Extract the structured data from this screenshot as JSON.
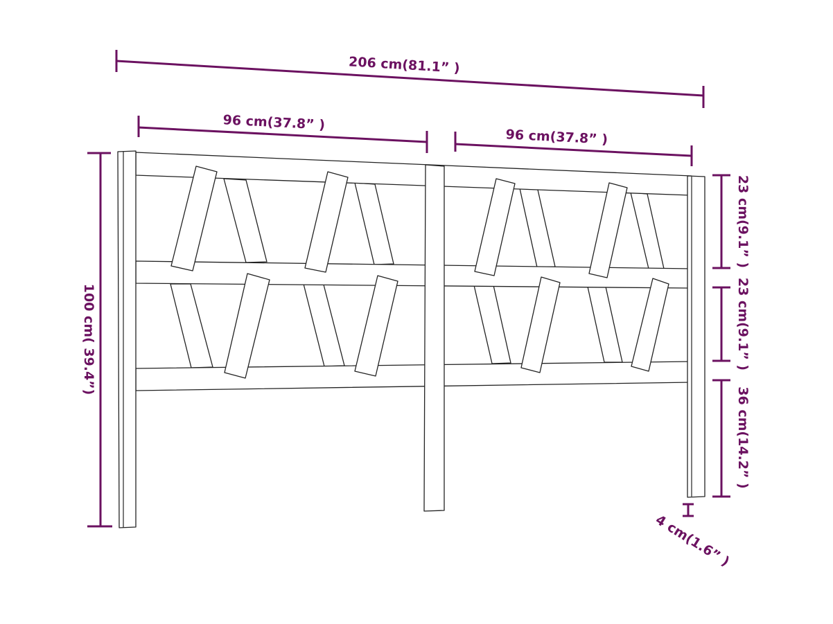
{
  "colors": {
    "dimension": "#6b1160",
    "outline": "#222222"
  },
  "dimensions": {
    "total_width": "206 cm(81.1” )",
    "left_panel_width": "96 cm(37.8” )",
    "right_panel_width": "96 cm(37.8” )",
    "total_height": "100 cm( 39.4”)",
    "top_section": "23 cm(9.1” )",
    "middle_section": "23 cm(9.1” )",
    "leg_height": "36 cm(14.2” )",
    "post_thickness": "4 cm(1.6” )"
  }
}
